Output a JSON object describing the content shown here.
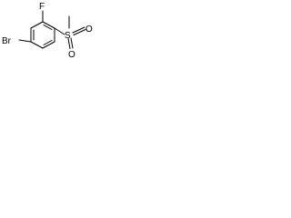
{
  "molecule": {
    "atoms": {
      "bromine": "Br",
      "fluorine": "F",
      "sulfur": "S",
      "oxygen_upper": "O",
      "oxygen_lower": "O"
    }
  },
  "colors": {
    "ink": "#000000",
    "background": "#ffffff"
  }
}
